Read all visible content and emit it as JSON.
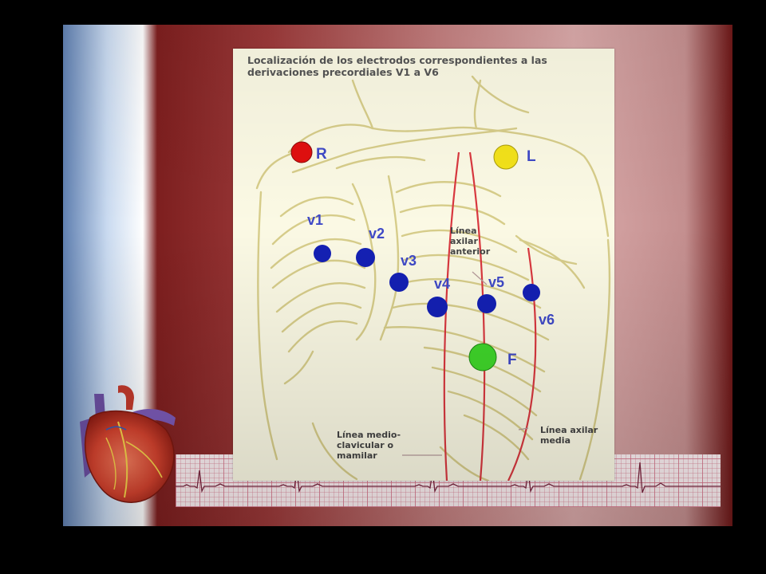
{
  "diagram": {
    "title": [
      "Localización de los electrodos correspondientes a las",
      "derivaciones precordiales V1 a V6"
    ],
    "limb_electrodes": [
      {
        "id": "R",
        "label": "R",
        "color": "#e10f0f"
      },
      {
        "id": "L",
        "label": "L",
        "color": "#f3e21a"
      },
      {
        "id": "F",
        "label": "F",
        "color": "#3fd62a"
      }
    ],
    "precordial_electrodes": [
      {
        "id": "v1",
        "label": "v1"
      },
      {
        "id": "v2",
        "label": "v2"
      },
      {
        "id": "v3",
        "label": "v3"
      },
      {
        "id": "v4",
        "label": "v4"
      },
      {
        "id": "v5",
        "label": "v5"
      },
      {
        "id": "v6",
        "label": "v6"
      }
    ],
    "precordial_color": "#1420b4",
    "line_color": "#d9383f",
    "annotations": {
      "axilar_anterior": [
        "Línea",
        "axilar",
        "anterior"
      ],
      "medio_clavicular": [
        "Línea medio-",
        "clavicular o",
        "mamilar"
      ],
      "axilar_media": [
        "Línea axilar",
        "media"
      ]
    }
  }
}
